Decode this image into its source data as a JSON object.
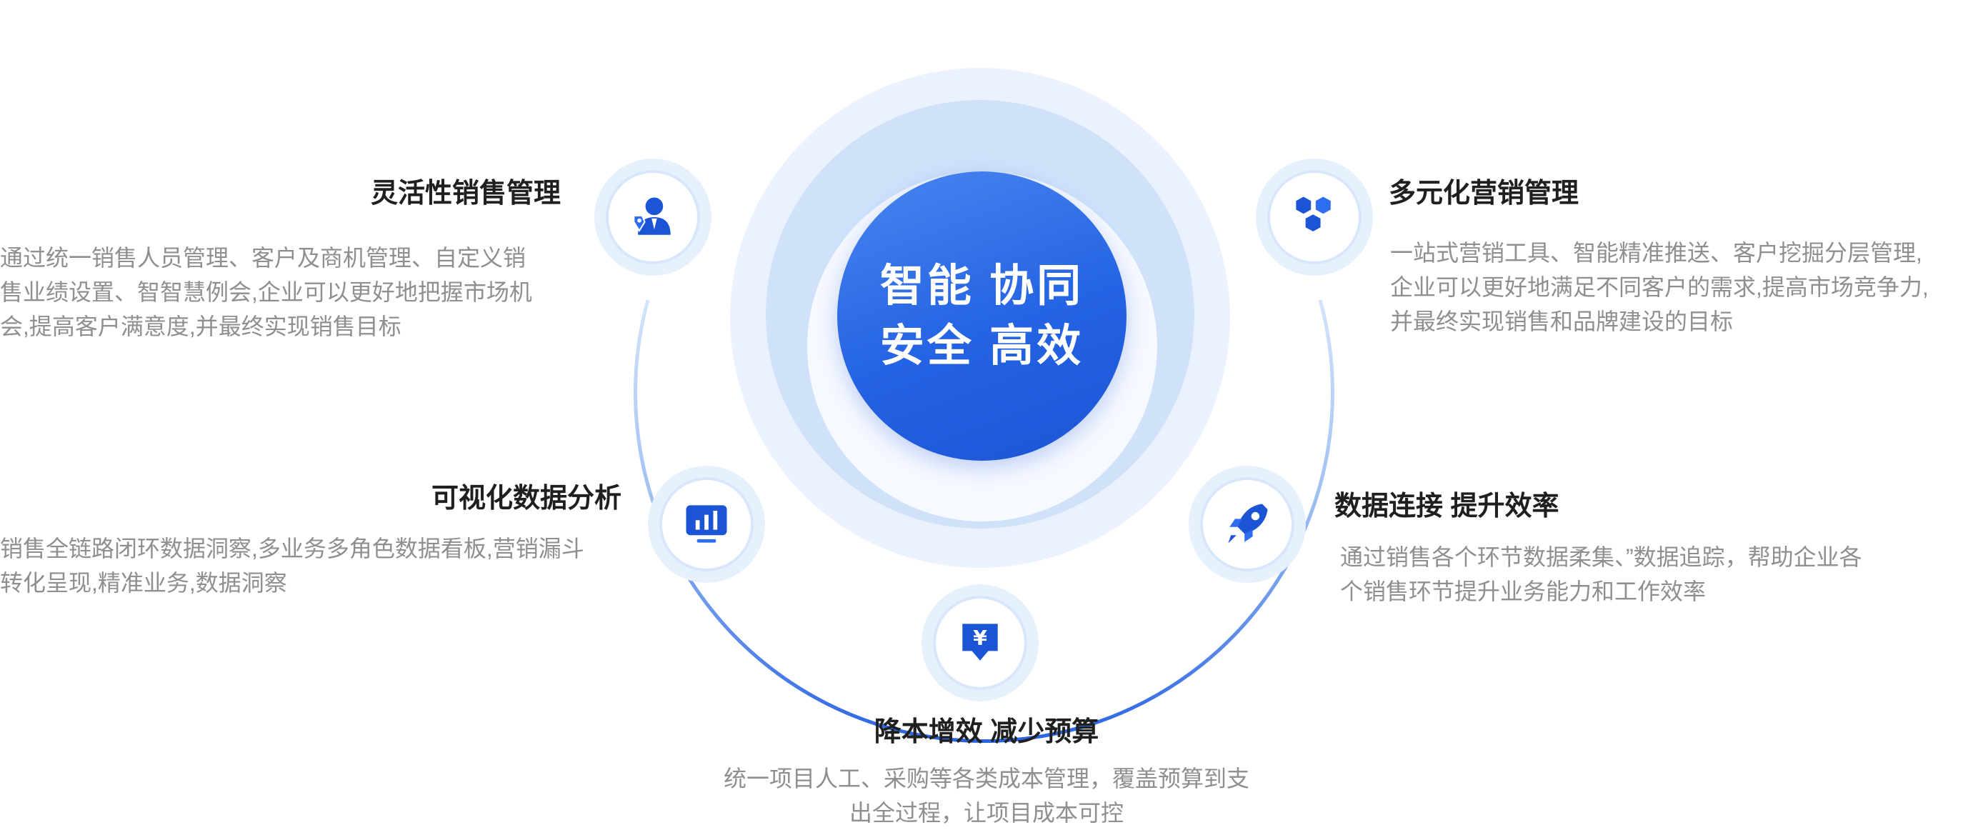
{
  "center": {
    "line1": "智能 协同",
    "line2": "安全 高效"
  },
  "features": {
    "sales": {
      "title": "灵活性销售管理",
      "desc": [
        "通过统一销售人员管理、客户及商机管理、自定义销",
        "售业绩设置、智智慧例会,企业可以更好地把握市场机",
        "会,提高客户满意度,并最终实现销售目标"
      ],
      "icon": "salesperson-icon"
    },
    "marketing": {
      "title": "多元化营销管理",
      "desc": [
        "一站式营销工具、智能精准推送、客户挖掘分层管理,",
        "企业可以更好地满足不同客户的需求,提高市场竞争力,",
        "并最终实现销售和品牌建设的目标"
      ],
      "icon": "hexagon-cluster-icon"
    },
    "analytics": {
      "title": "可视化数据分析",
      "desc": [
        "销售全链路闭环数据洞察,多业务多角色数据看板,营销漏斗",
        "转化呈现,精准业务,数据洞察"
      ],
      "icon": "bar-chart-icon"
    },
    "connect": {
      "title": "数据连接 提升效率",
      "desc": [
        "通过销售各个环节数据柔集、”数据追踪，帮助企业各",
        "个销售环节提升业务能力和工作效率"
      ],
      "icon": "rocket-icon"
    },
    "budget": {
      "title": "降本增效 减少预算",
      "desc": [
        "统一项目人工、采购等各类成本管理，覆盖预算到支",
        "出全过程，让项目成本可控"
      ],
      "icon": "yen-download-icon"
    }
  },
  "colors": {
    "primary": "#1b55d6",
    "primary_light": "#4a86f0",
    "halo": "#e7f0fd",
    "title": "#1f1f1f",
    "desc": "#8f8f8f"
  }
}
